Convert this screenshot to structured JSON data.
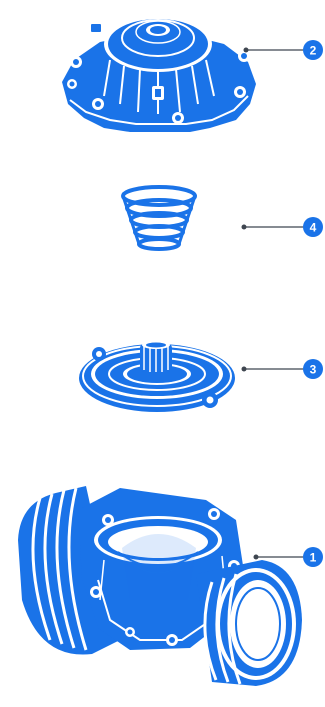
{
  "callouts": [
    {
      "id": "cover",
      "number": "2"
    },
    {
      "id": "spring",
      "number": "4"
    },
    {
      "id": "diaphragm",
      "number": "3"
    },
    {
      "id": "body",
      "number": "1"
    }
  ],
  "colors": {
    "accent": "#1a73e8",
    "leader": "#3f4650",
    "background": "#ffffff"
  }
}
